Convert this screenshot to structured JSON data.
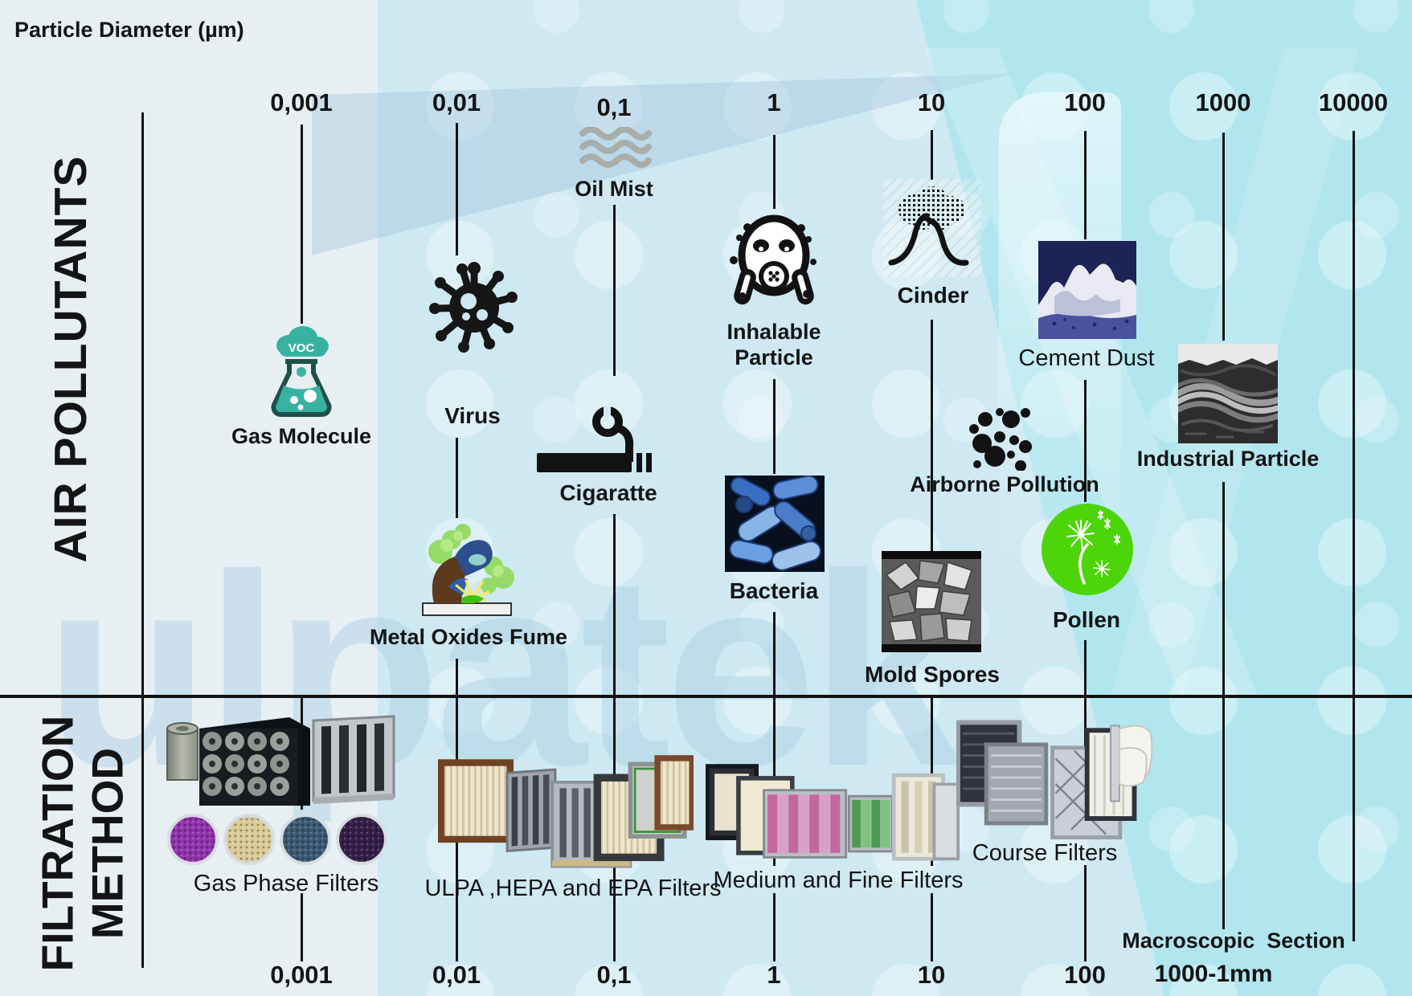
{
  "header": {
    "title": "Particle Diameter (µm)"
  },
  "sidebar": {
    "air_pollutants": "AIR POLLUTANTS",
    "filtration_line1": "FILTRATION",
    "filtration_line2": "METHOD"
  },
  "axis": {
    "top": [
      "0,001",
      "0,01",
      "0,1",
      "1",
      "10",
      "100",
      "1000",
      "10000"
    ],
    "bottom": [
      "0,001",
      "0,01",
      "0,1",
      "1",
      "10",
      "100"
    ],
    "macroscopic": {
      "title": "Macroscopic  Section",
      "range": "1000-1mm"
    }
  },
  "pollutants": {
    "gas_molecule": {
      "label": "Gas Molecule",
      "voc_badge": "VOC"
    },
    "virus": {
      "label": "Virus"
    },
    "oil_mist": {
      "label": "Oil Mist"
    },
    "cigarette": {
      "label": "Cigaratte"
    },
    "inhalable": {
      "line1": "Inhalable",
      "line2": "Particle"
    },
    "cinder": {
      "label": "Cinder"
    },
    "cement_dust": {
      "label": "Cement Dust"
    },
    "industrial_particle": {
      "label": "Industrial Particle"
    },
    "metal_oxides_fume": {
      "label": "Metal Oxides Fume"
    },
    "bacteria": {
      "label": "Bacteria"
    },
    "airborne_pollution": {
      "label": "Airborne Pollution"
    },
    "mold_spores": {
      "label": "Mold Spores"
    },
    "pollen": {
      "label": "Pollen"
    }
  },
  "filters": {
    "gas_phase": {
      "label": "Gas Phase Filters"
    },
    "ulpa_hepa_epa": {
      "label": "ULPA ,HEPA and EPA Filters"
    },
    "medium_fine": {
      "label": "Medium and Fine Filters"
    },
    "course": {
      "label": "Course Filters"
    }
  },
  "watermark": {
    "text": "ulpatek"
  },
  "colors": {
    "panel_left": "#e8eff3",
    "panel_middle": "#cfe9f2",
    "panel_right": "#b2e6ee",
    "line": "#121212",
    "voc_teal": "#38b2a0",
    "pollen_green": "#4cd60a",
    "watermark_blue": "#a9d0e4"
  }
}
